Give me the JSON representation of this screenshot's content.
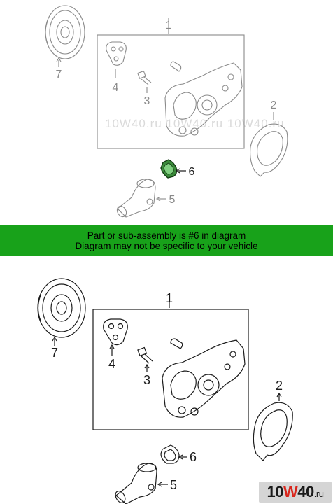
{
  "banner": {
    "line1": "Part or sub-assembly is #6 in diagram",
    "line2": "Diagram may not be specific to your vehicle"
  },
  "callouts": {
    "n1": "1",
    "n2": "2",
    "n3": "3",
    "n4": "4",
    "n5": "5",
    "n6": "6",
    "n7": "7"
  },
  "watermark": {
    "text": "10W40.ru  10W40.ru  10W40.ru"
  },
  "brand": {
    "lead": "10",
    "w": "W",
    "trail": "40",
    "tld": ".ru"
  },
  "colors": {
    "banner": "#18a21a",
    "highlight": "#1f7a1f",
    "brand_w": "#d9261c"
  }
}
